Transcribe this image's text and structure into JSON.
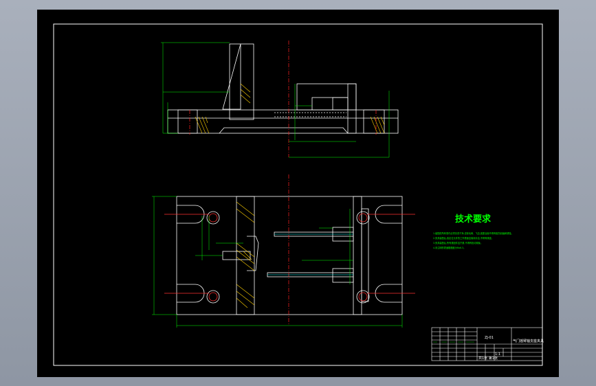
{
  "drawing": {
    "requirements_title": "技术要求",
    "requirements_lines": [
      "1.装配前所有零件必须清洗干净,去除毛刺、飞边,各配合面不得有碰伤划痕和锈蚀。",
      "2.夹具装配后,各定位元件的工作表面应保持清洁,不得有锈迹。",
      "3.夹具装配后,所有紧固件应拧紧,不得有松动现象。",
      "4.未注明的表面粗糙度为Ra6.3。"
    ],
    "title_block": {
      "drawing_no": "ZJ-01",
      "title": "气门摇臂轴支座夹具",
      "scale": "1:1",
      "sheet": "共1张 第1张"
    }
  },
  "colors": {
    "background": "#000000",
    "outline": "#ffffff",
    "centerline": "#ff2020",
    "dimension": "#00ff00",
    "hatch": "#ffd000",
    "highlight": "#ff3030",
    "hole": "#00ffff"
  }
}
